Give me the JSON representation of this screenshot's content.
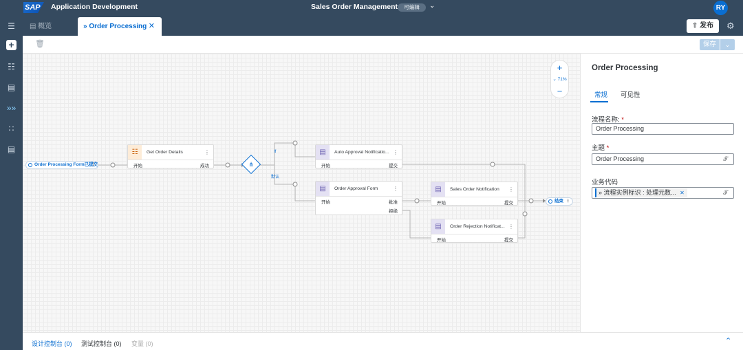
{
  "shell": {
    "logo": "SAP",
    "app_title": "Application Development",
    "center_title": "Sales Order Management",
    "edit_state": "可编辑",
    "avatar": "RY"
  },
  "tabs": {
    "overview": "概览",
    "active": "Order Processing"
  },
  "actions": {
    "publish": "发布",
    "save": "保存"
  },
  "zoom": {
    "level": "71%"
  },
  "flow": {
    "trigger": "Order Processing Form已提交",
    "end": "结束",
    "nodes": {
      "get_order": {
        "title": "Get Order Details",
        "start": "开始",
        "out1": "成功"
      },
      "auto_approval": {
        "title": "Auto Approval Notificatio...",
        "start": "开始",
        "out1": "提交"
      },
      "approval_form": {
        "title": "Order Approval Form",
        "start": "开始",
        "out1": "批准",
        "out2": "拒绝"
      },
      "sales_notif": {
        "title": "Sales Order Notification",
        "start": "开始",
        "out1": "提交"
      },
      "rejection_notif": {
        "title": "Order Rejection Notificat...",
        "start": "开始",
        "out1": "提交"
      }
    },
    "edge_labels": {
      "if": "If",
      "default": "默认"
    }
  },
  "panel": {
    "title": "Order Processing",
    "tab_general": "常规",
    "tab_visibility": "可见性",
    "name_label": "流程名称:",
    "name_value": "Order Processing",
    "subject_label": "主题",
    "subject_value": "Order Processing",
    "business_key_label": "业务代码",
    "business_key_token": "流程实例标识",
    "business_key_rest": "处理元数..."
  },
  "bottom": {
    "design_console": "设计控制台 (0)",
    "test_console": "测试控制台 (0)",
    "variables": "变量 (0)"
  }
}
